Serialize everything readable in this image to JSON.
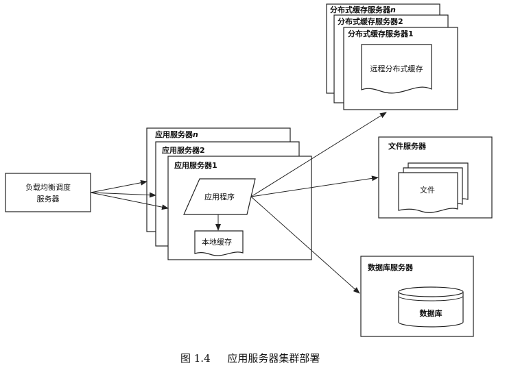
{
  "load_balancer": {
    "line1": "负载均衡调度",
    "line2": "服务器"
  },
  "app_servers": {
    "back_label": "应用服务器",
    "back_suffix": "n",
    "middle_label": "应用服务器2",
    "front_label": "应用服务器1",
    "app_program": "应用程序",
    "local_cache": "本地缓存"
  },
  "cache_servers": {
    "back_label": "分布式缓存服务器",
    "back_suffix": "n",
    "middle_label": "分布式缓存服务器2",
    "front_label": "分布式缓存服务器1",
    "remote_cache": "远程分布式缓存"
  },
  "file_server": {
    "label": "文件服务器",
    "file": "文件"
  },
  "db_server": {
    "label": "数据库服务器",
    "db": "数据库"
  },
  "caption": {
    "figure_no": "图 1.4",
    "title": "应用服务器集群部署"
  }
}
